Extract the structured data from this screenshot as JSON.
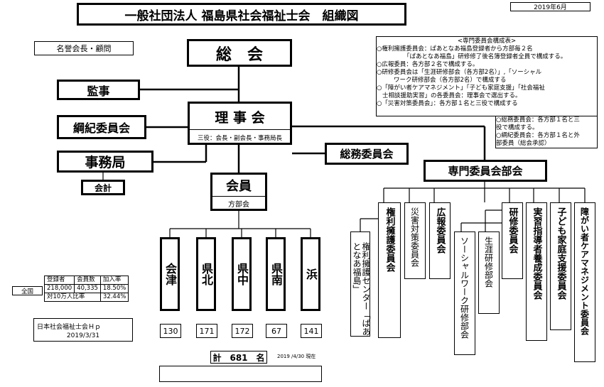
{
  "title": "一般社団法人 福島県社会福祉士会　組織図",
  "date": "2019年6月",
  "honorary": "名誉会長・顧問",
  "general_assembly": "総　会",
  "auditor": "監事",
  "discipline_committee": "綱紀委員会",
  "secretariat": "事務局",
  "accounting": "会計",
  "board": {
    "label": "理 事 会",
    "sub": "三役：会長・副会長・事務局長"
  },
  "general_affairs": "総務委員会",
  "members": {
    "label": "会員",
    "sub": "方部会"
  },
  "specialist_dept": "専門委員会部会",
  "composition": {
    "title": "<専門委員会構成表>",
    "lines": [
      "○権利擁護委員会：ぱあとなあ福島登録者から方部毎２名",
      "「ぱあとなあ福島」研修修了後名簿登録者全員で構成する。",
      "○広報委員：各方部２名で構成する。",
      "○研修委員会は「生涯研修部会（各方部2名）」,「ソーシャル",
      "ワーク研修部会（各方部2名）で構成する",
      "○「障がい者ケアマネジメント」「子ども家庭支援」「社会福祉",
      "士相談援助実習」の各委員会：理事会で選出する。",
      "○「災害対策委員会」：各方部１名と三役で構成する"
    ],
    "sub_lines": [
      "○総務委員会：各方部１名と三",
      "役で構成する。",
      "○綱紀委員会：各方部１名と外",
      "部委員（総会承認）"
    ]
  },
  "branches": [
    {
      "name": "会津",
      "count": "130"
    },
    {
      "name": "県北",
      "count": "171"
    },
    {
      "name": "県中",
      "count": "172"
    },
    {
      "name": "県南",
      "count": "67"
    },
    {
      "name": "浜",
      "count": "141"
    }
  ],
  "total": {
    "label": "計　681　名",
    "note": "2019 /4/30 現在"
  },
  "stats": {
    "headers": [
      "登録者",
      "会員数",
      "加入率"
    ],
    "row_label": "全国",
    "values": [
      "218,000",
      "40,335",
      "18.50%"
    ],
    "per_label": "対10万人比率",
    "per_value": "32.44%"
  },
  "jacsw": {
    "label": "日本社会福祉士会Ｈｐ",
    "date": "2019/3/31"
  },
  "committees": [
    "権利擁護センター「ぱあとなあ福島」",
    "権利擁護委員会",
    "災害対策委員会",
    "広報委員会",
    "ソーシャルワーク研修部会",
    "生涯研修部会",
    "研修委員会",
    "実習指導者養成委員会",
    "子ども家庭支援委員会",
    "障がい者ケアマネジメント委員会"
  ]
}
